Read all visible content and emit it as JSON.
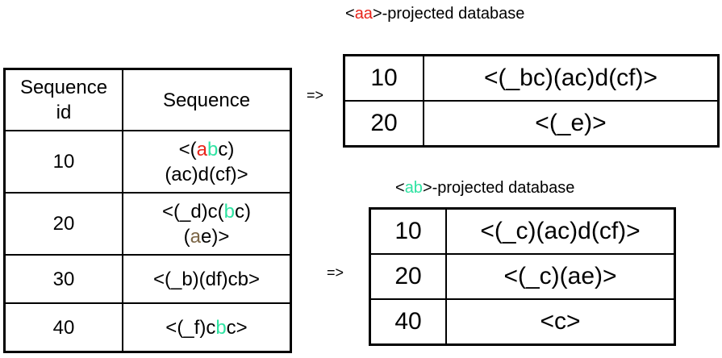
{
  "sequence_db": {
    "headers": [
      "Sequence id",
      "Sequence"
    ],
    "rows": [
      {
        "id": "10",
        "segments": [
          {
            "t": "<(",
            "c": ""
          },
          {
            "t": "a",
            "c": "red"
          },
          {
            "t": "b",
            "c": "green"
          },
          {
            "t": "c)",
            "c": ""
          },
          {
            "t": "\n",
            "c": ""
          },
          {
            "t": "(ac)d(cf)>",
            "c": ""
          }
        ]
      },
      {
        "id": "20",
        "segments": [
          {
            "t": "<(_d)c(",
            "c": ""
          },
          {
            "t": "b",
            "c": "green"
          },
          {
            "t": "c)",
            "c": ""
          },
          {
            "t": "\n",
            "c": ""
          },
          {
            "t": "(",
            "c": ""
          },
          {
            "t": "a",
            "c": "brown"
          },
          {
            "t": "e)>",
            "c": ""
          }
        ]
      },
      {
        "id": "30",
        "segments": [
          {
            "t": "<(_b)(df)cb>",
            "c": ""
          }
        ]
      },
      {
        "id": "40",
        "segments": [
          {
            "t": "<(_f)c",
            "c": ""
          },
          {
            "t": "b",
            "c": "green"
          },
          {
            "t": "c>",
            "c": ""
          }
        ]
      }
    ]
  },
  "aa_projection": {
    "caption_open": "<",
    "caption_prefix": "aa",
    "caption_rest": ">-projected database",
    "rows": [
      {
        "id": "10",
        "seq": "<(_bc)(ac)d(cf)>"
      },
      {
        "id": "20",
        "seq": "<(_e)>"
      }
    ]
  },
  "ab_projection": {
    "caption_open": "<",
    "caption_prefix": "ab",
    "caption_rest": ">-projected database",
    "rows": [
      {
        "id": "10",
        "seq": "<(_c)(ac)d(cf)>"
      },
      {
        "id": "20",
        "seq": "<(_c)(ae)>"
      },
      {
        "id": "40",
        "seq": "<c>"
      }
    ]
  },
  "arrows": [
    "=>",
    "=>"
  ],
  "colors": {
    "red": "#e8241a",
    "green": "#2fe3a2",
    "brown": "#7b6545"
  }
}
